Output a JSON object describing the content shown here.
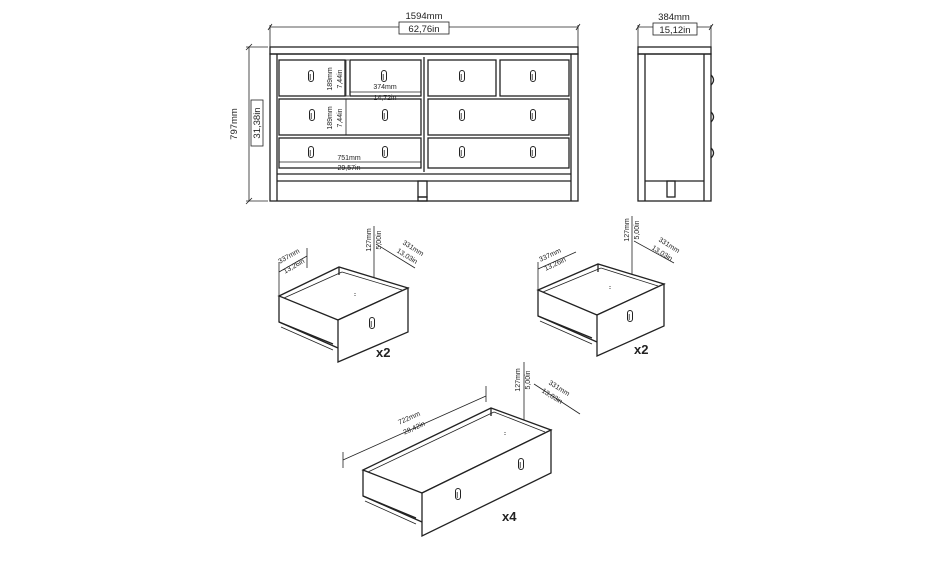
{
  "front_view": {
    "width_mm": "1594mm",
    "width_in": "62,76in",
    "height_mm": "797mm",
    "height_in": "31,38in",
    "small_drawer_height_mm": "189mm",
    "small_drawer_height_in": "7,44in",
    "small_drawer_width_mm": "374mm",
    "small_drawer_width_in": "14,72in",
    "mid_drawer_height_mm": "189mm",
    "mid_drawer_height_in": "7,44in",
    "large_drawer_width_mm": "751mm",
    "large_drawer_width_in": "29,57in"
  },
  "side_view": {
    "depth_mm": "384mm",
    "depth_in": "15,12in"
  },
  "drawer_a": {
    "width_mm": "337mm",
    "width_in": "13,26in",
    "depth_mm": "331mm",
    "depth_in": "13,03in",
    "height_mm": "127mm",
    "height_in": "5,00in",
    "quantity": "x2"
  },
  "drawer_b": {
    "width_mm": "337mm",
    "width_in": "13,26in",
    "depth_mm": "331mm",
    "depth_in": "13,03in",
    "height_mm": "127mm",
    "height_in": "5,00in",
    "quantity": "x2"
  },
  "drawer_c": {
    "width_mm": "722mm",
    "width_in": "28,42in",
    "depth_mm": "331mm",
    "depth_in": "13,03in",
    "height_mm": "127mm",
    "height_in": "5,00in",
    "quantity": "x4"
  }
}
